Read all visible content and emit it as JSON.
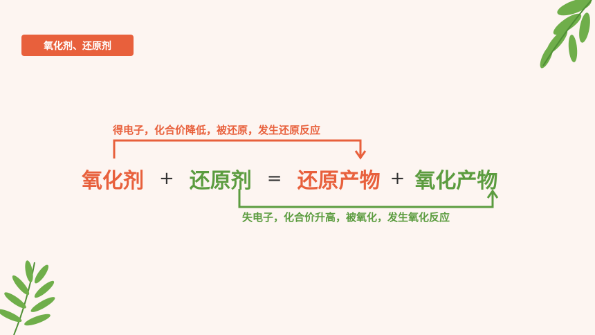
{
  "tag": {
    "label": "氧化剂、还原剂"
  },
  "equation": {
    "oxidant": "氧化剂",
    "plus1": "+",
    "reductant": "还原剂",
    "equals": "=",
    "reduction_product": "还原产物",
    "plus2": "+",
    "oxidation_product": "氧化产物"
  },
  "notes": {
    "top": "得电子，化合价降低，被还原，发生还原反应",
    "bottom": "失电子，化合价升高，被氧化，发生氧化反应"
  },
  "colors": {
    "orange": "#e8603c",
    "green": "#5b9c3f",
    "background": "#fdf5f1"
  }
}
